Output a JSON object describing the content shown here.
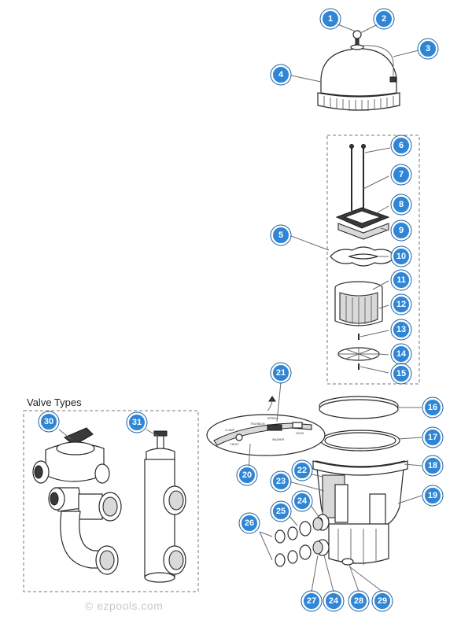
{
  "valve_section": {
    "title": "Valve Types"
  },
  "copyright": "© ezpools.com",
  "detail_labels": [
    "CLAMP",
    "TRUNNION",
    "SPRING",
    "T-BOLT",
    "WASHER",
    "HOOK"
  ],
  "callouts": [
    "1",
    "2",
    "3",
    "4",
    "5",
    "6",
    "7",
    "8",
    "9",
    "10",
    "11",
    "12",
    "13",
    "14",
    "15",
    "16",
    "17",
    "18",
    "19",
    "20",
    "21",
    "22",
    "23",
    "24",
    "24",
    "25",
    "26",
    "27",
    "28",
    "29",
    "30",
    "31"
  ]
}
